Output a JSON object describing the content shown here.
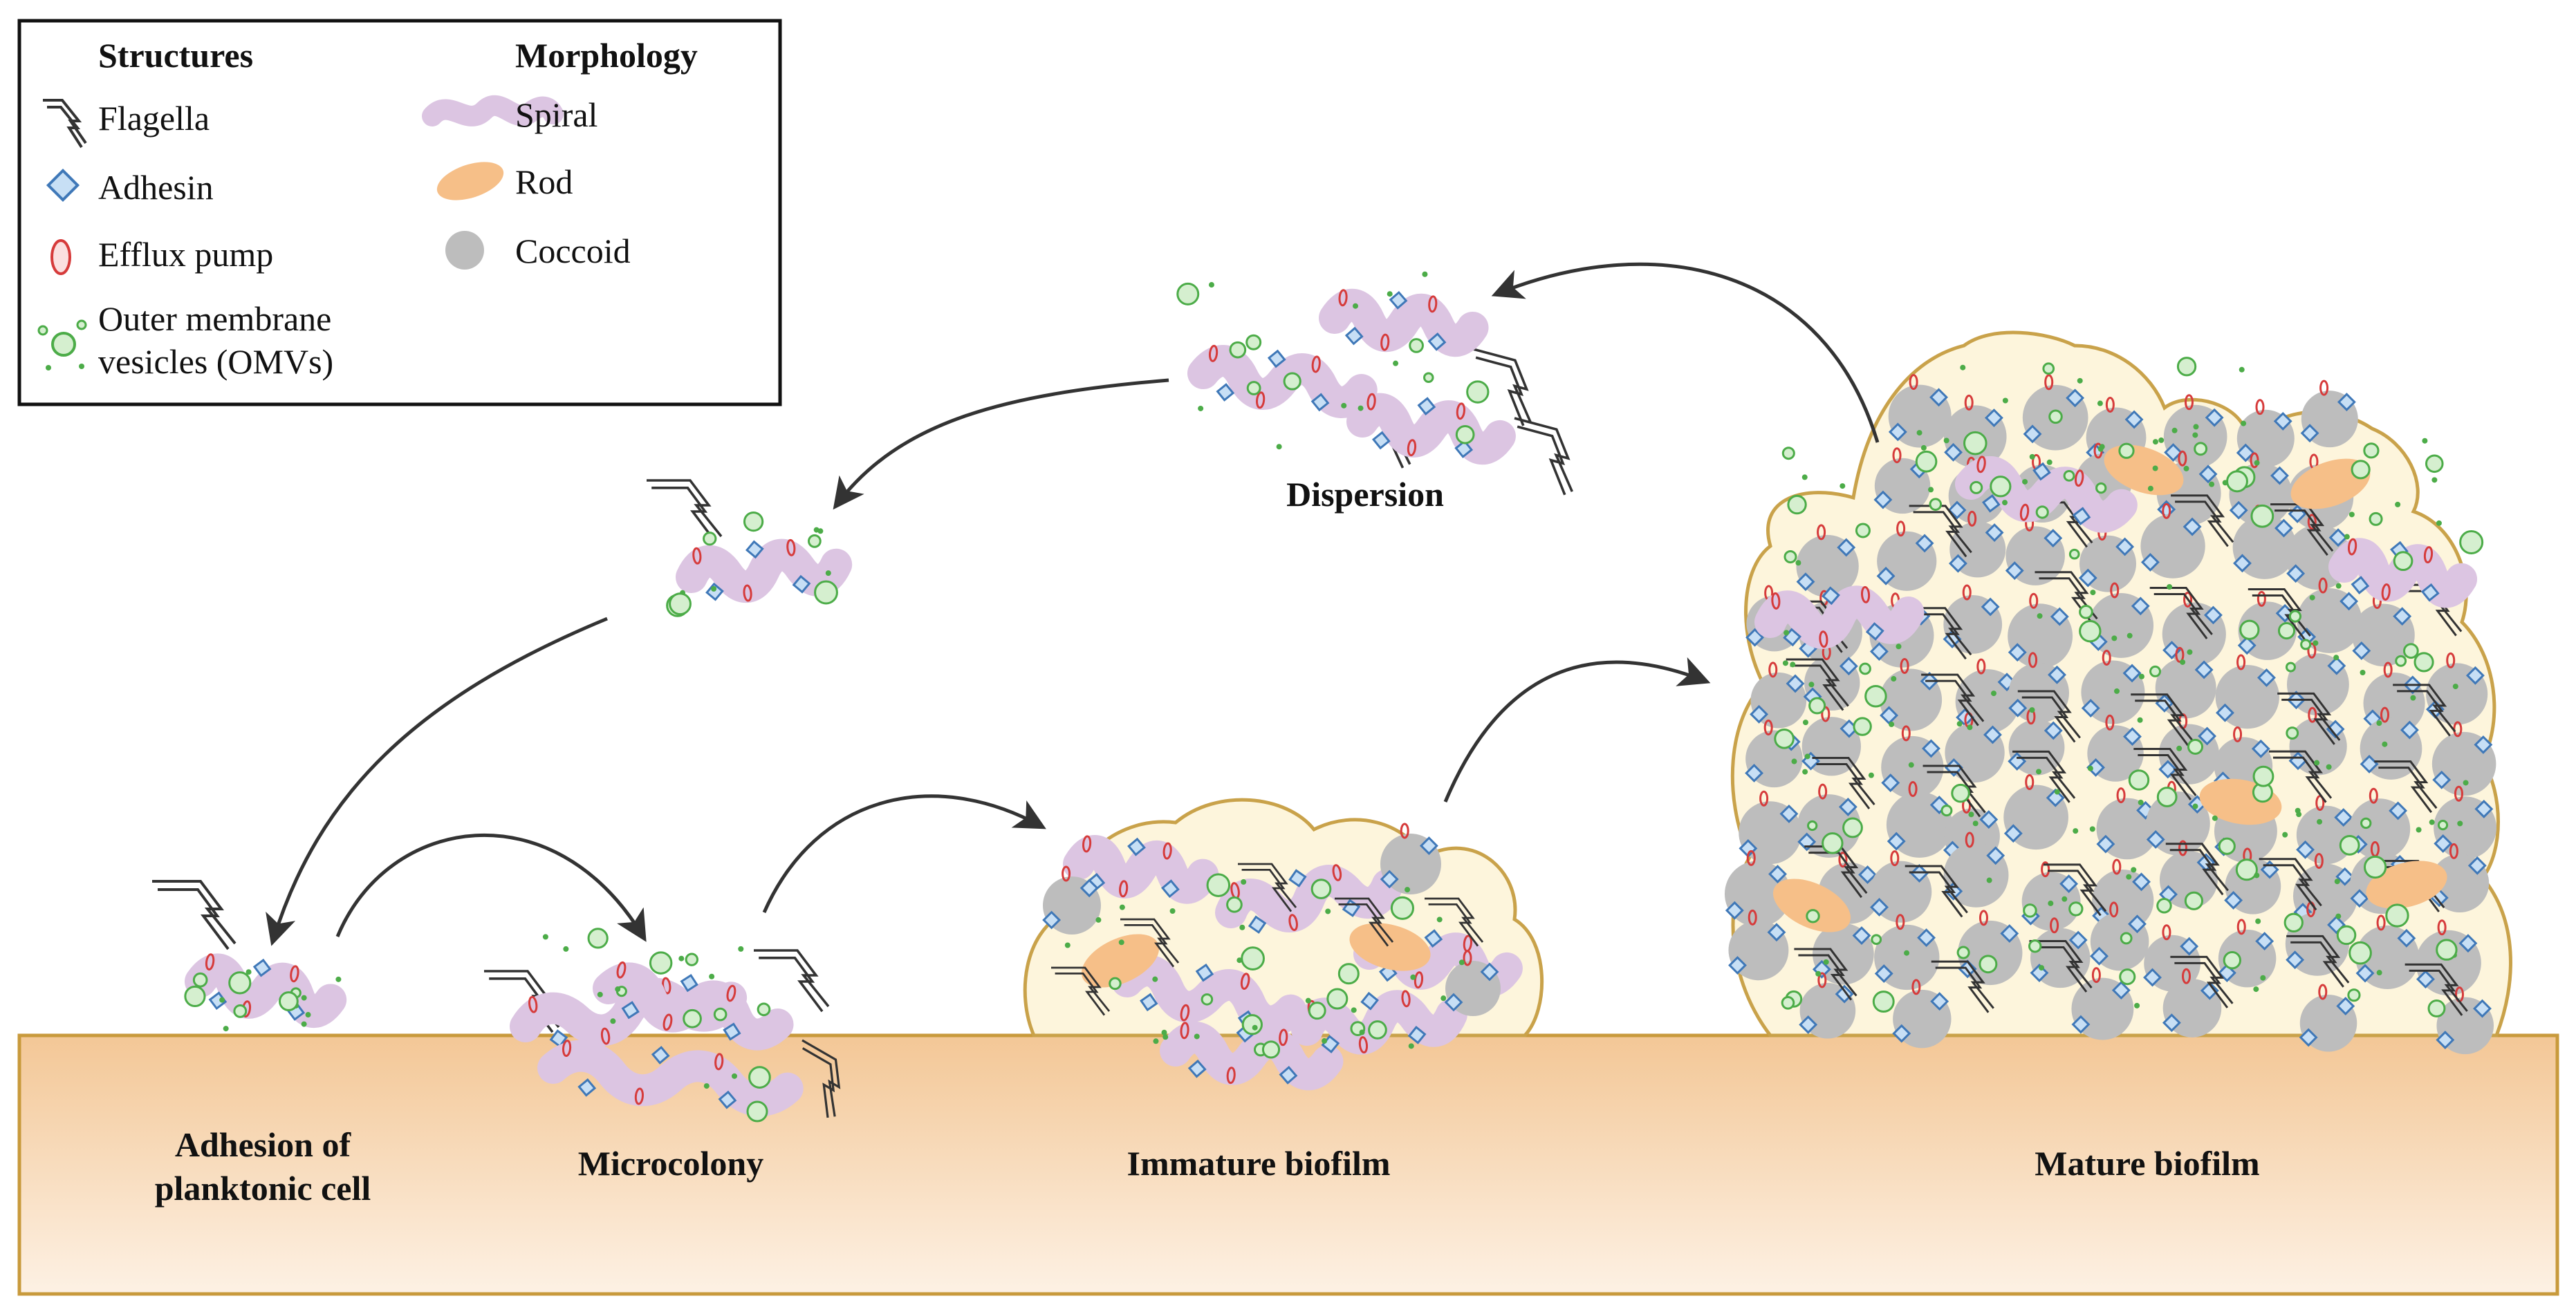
{
  "legend": {
    "structures_title": "Structures",
    "morphology_title": "Morphology",
    "structures": [
      {
        "icon": "flagella-icon",
        "label": "Flagella"
      },
      {
        "icon": "adhesin-icon",
        "label": "Adhesin"
      },
      {
        "icon": "efflux-pump-icon",
        "label": "Efflux pump"
      },
      {
        "icon": "omv-icon",
        "label_line1": "Outer membrane",
        "label_line2": "vesicles (OMVs)"
      }
    ],
    "morphology": [
      {
        "icon": "spiral-icon",
        "label": "Spiral"
      },
      {
        "icon": "rod-icon",
        "label": "Rod"
      },
      {
        "icon": "coccoid-icon",
        "label": "Coccoid"
      }
    ]
  },
  "stages": {
    "adhesion_line1": "Adhesion of",
    "adhesion_line2": "planktonic cell",
    "microcolony": "Microcolony",
    "immature": "Immature biofilm",
    "mature": "Mature biofilm",
    "dispersion": "Dispersion"
  },
  "colors": {
    "substrate_top": "#f3c796",
    "substrate_bottom": "#fdf1e4",
    "substrate_border": "#c89a3c",
    "biofilm_fill": "#fdf5dc",
    "biofilm_border": "#c9a24a",
    "spiral": "#dcc5e2",
    "rod": "#f6bf88",
    "coccoid": "#bdbdbd",
    "adhesin_fill": "#c7dff5",
    "adhesin_stroke": "#3f78b8",
    "efflux": "#d63b3b",
    "omv_fill": "#d5efcf",
    "omv_stroke": "#4cac48",
    "arrow": "#333333"
  }
}
